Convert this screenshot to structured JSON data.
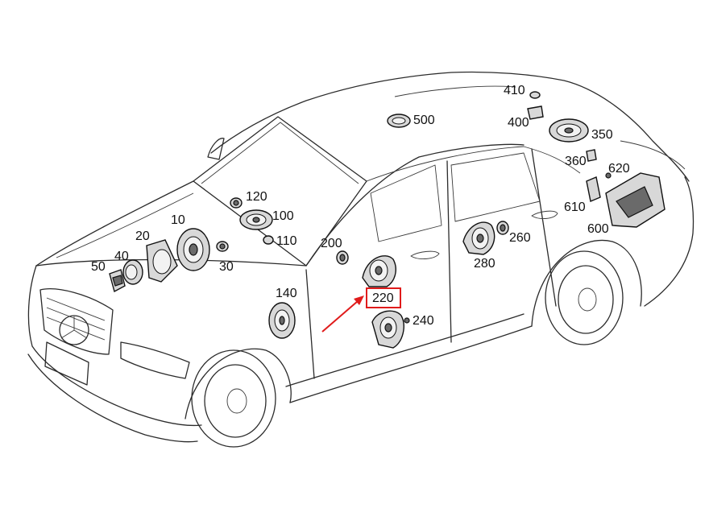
{
  "callouts": [
    {
      "id": "10",
      "label": "10"
    },
    {
      "id": "20",
      "label": "20"
    },
    {
      "id": "30",
      "label": "30"
    },
    {
      "id": "40",
      "label": "40"
    },
    {
      "id": "50",
      "label": "50"
    },
    {
      "id": "100",
      "label": "100"
    },
    {
      "id": "110",
      "label": "110"
    },
    {
      "id": "120",
      "label": "120"
    },
    {
      "id": "140",
      "label": "140"
    },
    {
      "id": "200",
      "label": "200"
    },
    {
      "id": "220",
      "label": "220"
    },
    {
      "id": "240",
      "label": "240"
    },
    {
      "id": "260",
      "label": "260"
    },
    {
      "id": "280",
      "label": "280"
    },
    {
      "id": "350",
      "label": "350"
    },
    {
      "id": "360",
      "label": "360"
    },
    {
      "id": "400",
      "label": "400"
    },
    {
      "id": "410",
      "label": "410"
    },
    {
      "id": "500",
      "label": "500"
    },
    {
      "id": "600",
      "label": "600"
    },
    {
      "id": "610",
      "label": "610"
    },
    {
      "id": "620",
      "label": "620"
    }
  ],
  "highlight": {
    "label": "220",
    "color": "#e01b1b"
  }
}
